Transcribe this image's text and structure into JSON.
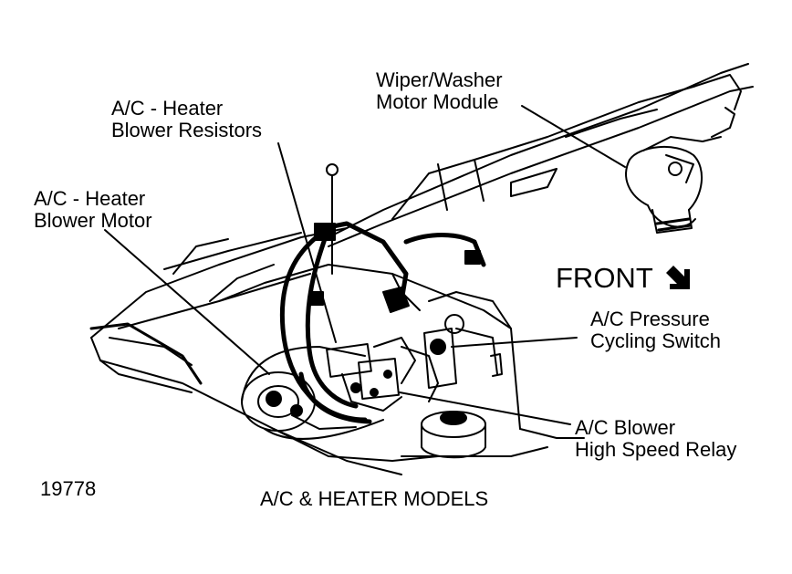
{
  "labels": {
    "wiper": [
      "Wiper/Washer",
      "Motor Module"
    ],
    "resistors": [
      "A/C - Heater",
      "Blower Resistors"
    ],
    "motor": [
      "A/C - Heater",
      "Blower Motor"
    ],
    "front": "FRONT",
    "pressure": [
      "A/C Pressure",
      "Cycling Switch"
    ],
    "relay": [
      "A/C Blower",
      "High Speed Relay"
    ],
    "figure_number": "19778",
    "caption": "A/C & HEATER MODELS"
  },
  "icons": {
    "front_arrow": "arrow-down-right-icon"
  },
  "colors": {
    "ink": "#000000",
    "paper": "#ffffff"
  }
}
